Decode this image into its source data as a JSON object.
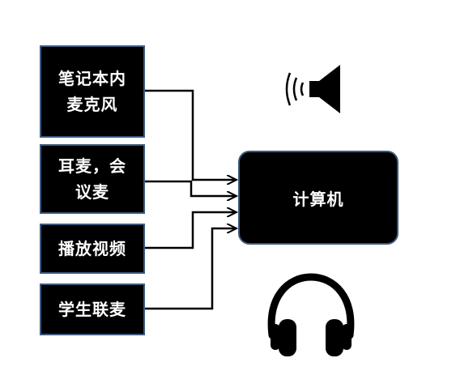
{
  "sources": {
    "laptop_mic": "笔记本内麦克风",
    "headset_conf_mic": "耳麦，会议麦",
    "video_playback": "播放视频",
    "student_mic": "学生联麦"
  },
  "target": {
    "label": "计算机"
  },
  "icons": {
    "speaker": "speaker-icon",
    "headphones": "headphones-icon"
  },
  "colors": {
    "box_fill": "#000000",
    "box_border": "#3d5a80",
    "text": "#ffffff",
    "connector": "#000000"
  }
}
